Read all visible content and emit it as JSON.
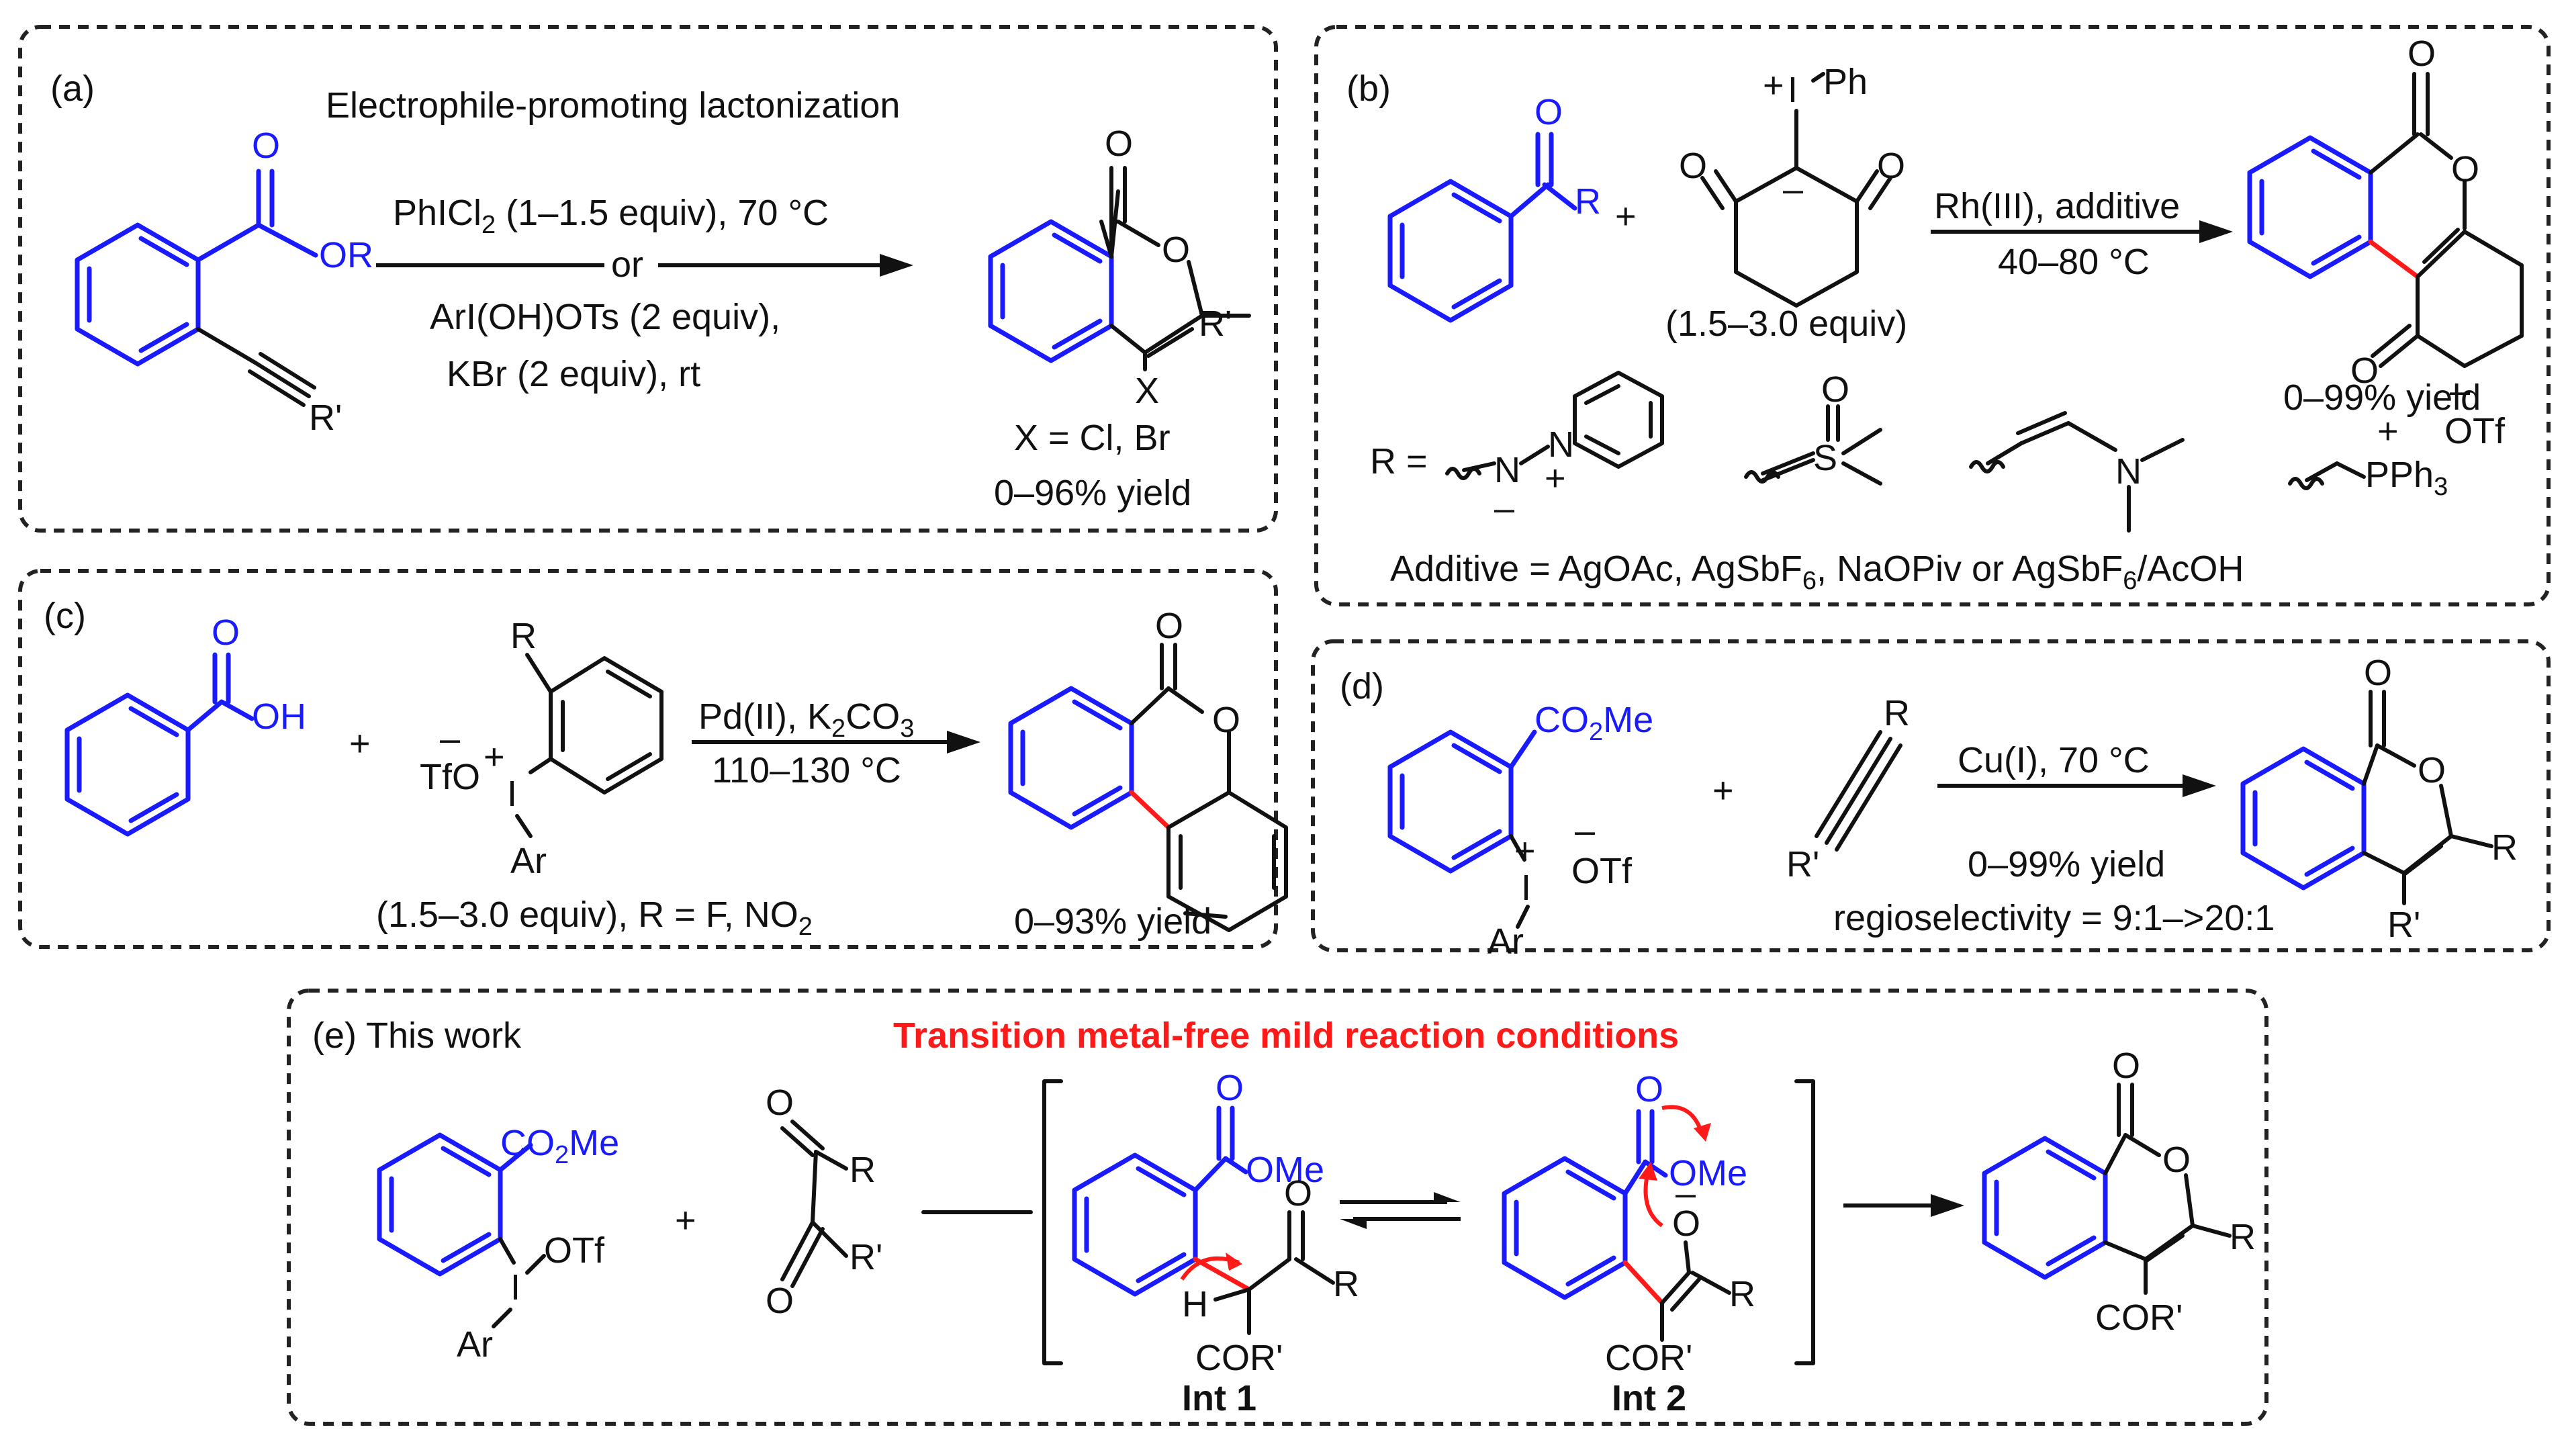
{
  "panels": {
    "a": {
      "label": "(a)",
      "title": "Electrophile-promoting lactonization",
      "substituent_or": "OR",
      "substituent_r": "R'",
      "cond1": "PhICl",
      "cond1_sub": "2",
      "cond1_rest": " (1–1.5 equiv), 70 °C",
      "or_text": "or",
      "cond2": "ArI(OH)OTs (2 equiv),",
      "cond3": "KBr (2 equiv), rt",
      "prod_o": "O",
      "prod_o2": "O",
      "prod_r": "R'",
      "prod_x": "X",
      "x_def": "X = Cl, Br",
      "yield": "0–96% yield",
      "o_carbonyl": "O"
    },
    "b": {
      "label": "(b)",
      "plus": "+",
      "r_label": "R",
      "o_ketone": "O",
      "iodonium_plus": "+",
      "iodonium_i": "I",
      "iodonium_ph": "Ph",
      "minus": "–",
      "dione_o1": "O",
      "dione_o2": "O",
      "equiv": "(1.5–3.0 equiv)",
      "cond1": "Rh(III), additive",
      "cond2": "40–80 °C",
      "prod_o1": "O",
      "prod_o2": "O",
      "prod_o3": "O",
      "yield": "0–99% yield",
      "r_def": "R =",
      "n1": "N",
      "n2": "N",
      "n_minus": "–",
      "n_plus": "+",
      "s_label": "S",
      "s_o": "O",
      "n_amine": "N",
      "p_plus": "+",
      "pph3": "PPh",
      "pph3_sub": "3",
      "otf_minus": "–",
      "otf": "OTf",
      "additive": "Additive = AgOAc, AgSbF",
      "additive_sub1": "6",
      "additive_mid": ", NaOPiv or AgSbF",
      "additive_sub2": "6",
      "additive_end": "/AcOH"
    },
    "c": {
      "label": "(c)",
      "acid_o": "O",
      "acid_oh": "OH",
      "plus": "+",
      "r": "R",
      "tfo_minus": "–",
      "tfo": "TfO",
      "i_plus": "+",
      "i": "I",
      "ar": "Ar",
      "cond1": "Pd(II), K",
      "cond1_sub": "2",
      "cond1_rest": "CO",
      "cond1_sub2": "3",
      "cond2": "110–130 °C",
      "equiv": "(1.5–3.0 equiv), R = F,  NO",
      "equiv_sub": "2",
      "prod_o1": "O",
      "prod_o2": "O",
      "yield": "0–93% yield"
    },
    "d": {
      "label": "(d)",
      "co2me": "CO",
      "co2me_sub": "2",
      "co2me_rest": "Me",
      "i_plus": "+",
      "i": "I",
      "otf_minus": "–",
      "otf": "OTf",
      "ar": "Ar",
      "plus": "+",
      "alk_r": "R",
      "alk_r2": "R'",
      "cond1": "Cu(I), 70 °C",
      "yield": "0–99% yield",
      "regio": "regioselectivity = 9:1–>20:1",
      "prod_o1": "O",
      "prod_o2": "O",
      "prod_r": "R",
      "prod_r2": "R'"
    },
    "e": {
      "label": "(e) This work",
      "headline": "Transition metal-free mild reaction conditions",
      "co2me": "CO",
      "co2me_sub": "2",
      "co2me_rest": "Me",
      "i": "I",
      "otf": "OTf",
      "ar": "Ar",
      "plus": "+",
      "dk_o1": "O",
      "dk_r1": "R",
      "dk_o2": "O",
      "dk_r2": "R'",
      "int1_o": "O",
      "int1_ome": "OMe",
      "int1_ko": "O",
      "int1_r": "R",
      "int1_h": "H",
      "int1_cor": "COR'",
      "int1_label": "Int 1",
      "int2_o": "O",
      "int2_ome": "OMe",
      "int2_ominus": "O",
      "int2_minus": "–",
      "int2_r": "R",
      "int2_cor": "COR'",
      "int2_label": "Int 2",
      "prod_o1": "O",
      "prod_o2": "O",
      "prod_r": "R",
      "prod_cor": "COR'"
    }
  }
}
